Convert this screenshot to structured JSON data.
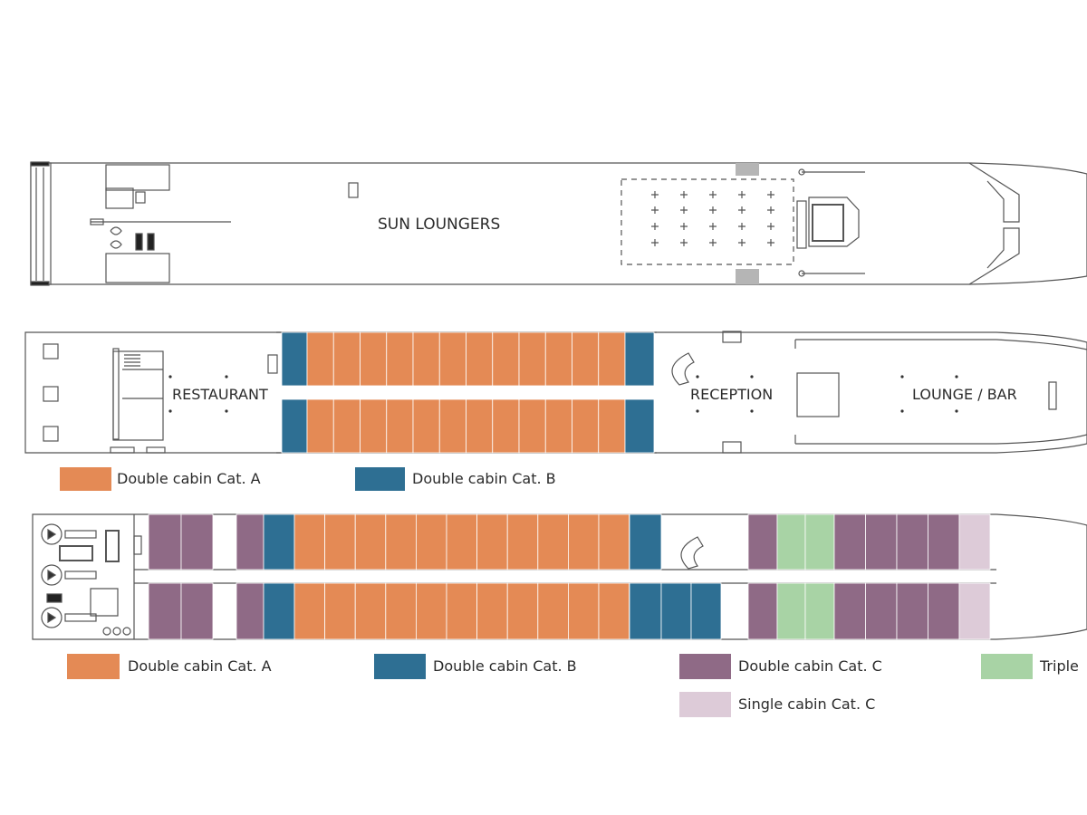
{
  "colors": {
    "cat_a": "#E48A55",
    "cat_b": "#2E6F93",
    "cat_c": "#8F6A86",
    "single_c": "#DDCBD8",
    "triple": "#A8D3A5",
    "outline": "#555555",
    "grey_block": "#B5B5B5"
  },
  "sun_deck": {
    "label": "SUN LOUNGERS"
  },
  "middle_deck": {
    "labels": {
      "restaurant": "RESTAURANT",
      "reception": "RECEPTION",
      "lounge": "LOUNGE / BAR"
    },
    "legend": [
      {
        "text": "Double cabin Cat. A",
        "color": "cat_a"
      },
      {
        "text": "Double cabin Cat. B",
        "color": "cat_b"
      }
    ]
  },
  "main_deck": {
    "legend": [
      {
        "text": "Double cabin Cat. A",
        "color": "cat_a"
      },
      {
        "text": "Double cabin Cat. B",
        "color": "cat_b"
      },
      {
        "text": "Double cabin Cat. C",
        "color": "cat_c"
      },
      {
        "text": "Triple",
        "color": "triple"
      },
      {
        "text": "Single cabin Cat. C",
        "color": "single_c"
      }
    ]
  }
}
